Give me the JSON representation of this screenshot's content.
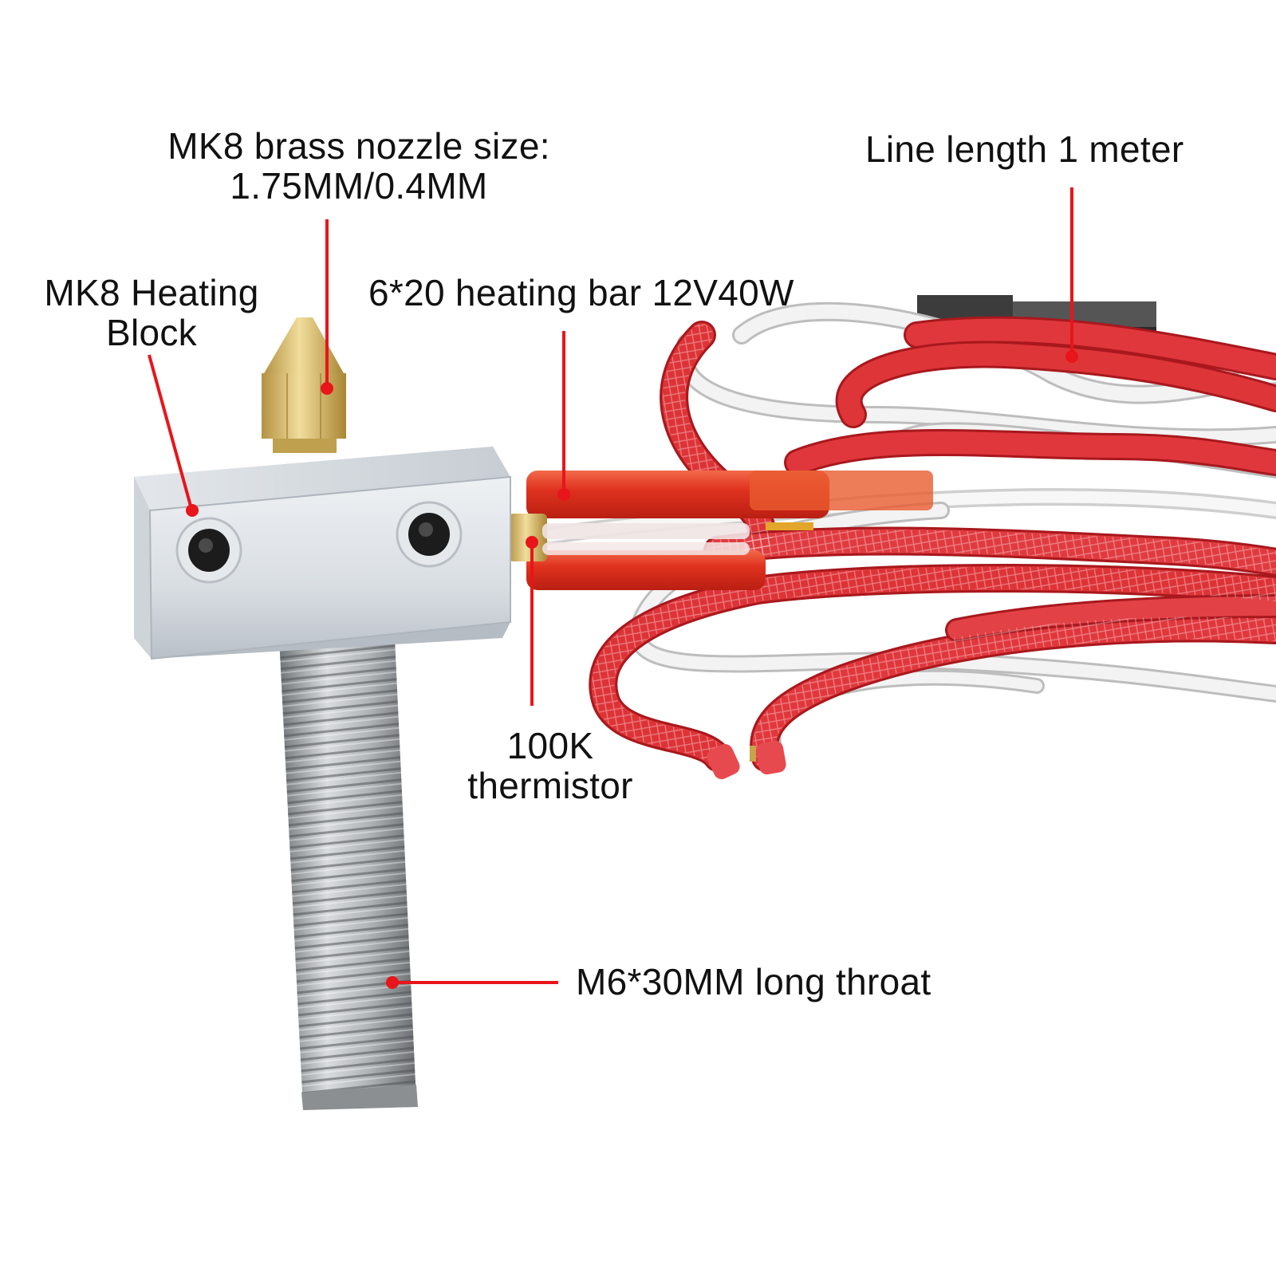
{
  "labels": {
    "nozzle": {
      "line1": "MK8 brass nozzle size:",
      "line2": "1.75MM/0.4MM"
    },
    "line_length": "Line length 1 meter",
    "heating_block": {
      "line1": "MK8 Heating",
      "line2": "Block"
    },
    "heating_bar": "6*20 heating bar 12V40W",
    "thermistor": {
      "line1": "100K",
      "line2": "thermistor"
    },
    "throat": "M6*30MM long throat"
  },
  "colors": {
    "callout": "#e8151b",
    "cable_red": "#dc3a3c",
    "wire_white": "#f2f2f2",
    "aluminum": "#d8dde2",
    "brass": "#d8b86a",
    "steel": "#9fa3a6",
    "background": "#ffffff"
  }
}
